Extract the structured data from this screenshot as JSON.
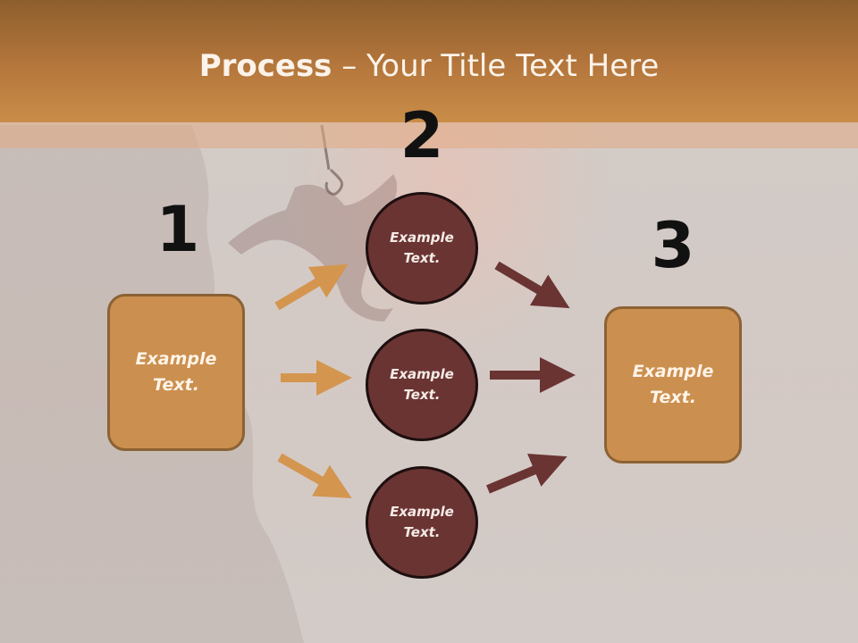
{
  "title": {
    "bold": "Process",
    "rest": " – Your Title Text Here"
  },
  "steps": [
    {
      "number": "1",
      "label": "Example\nText."
    },
    {
      "number": "2",
      "nodes": [
        "Example\nText.",
        "Example\nText.",
        "Example\nText."
      ]
    },
    {
      "number": "3",
      "label": "Example\nText."
    }
  ],
  "colors": {
    "header": "#b5773c",
    "box_fill": "#cb8f4f",
    "circle_fill": "#6a3433",
    "arrow_in": "#d4954f",
    "arrow_out": "#6a3433"
  }
}
